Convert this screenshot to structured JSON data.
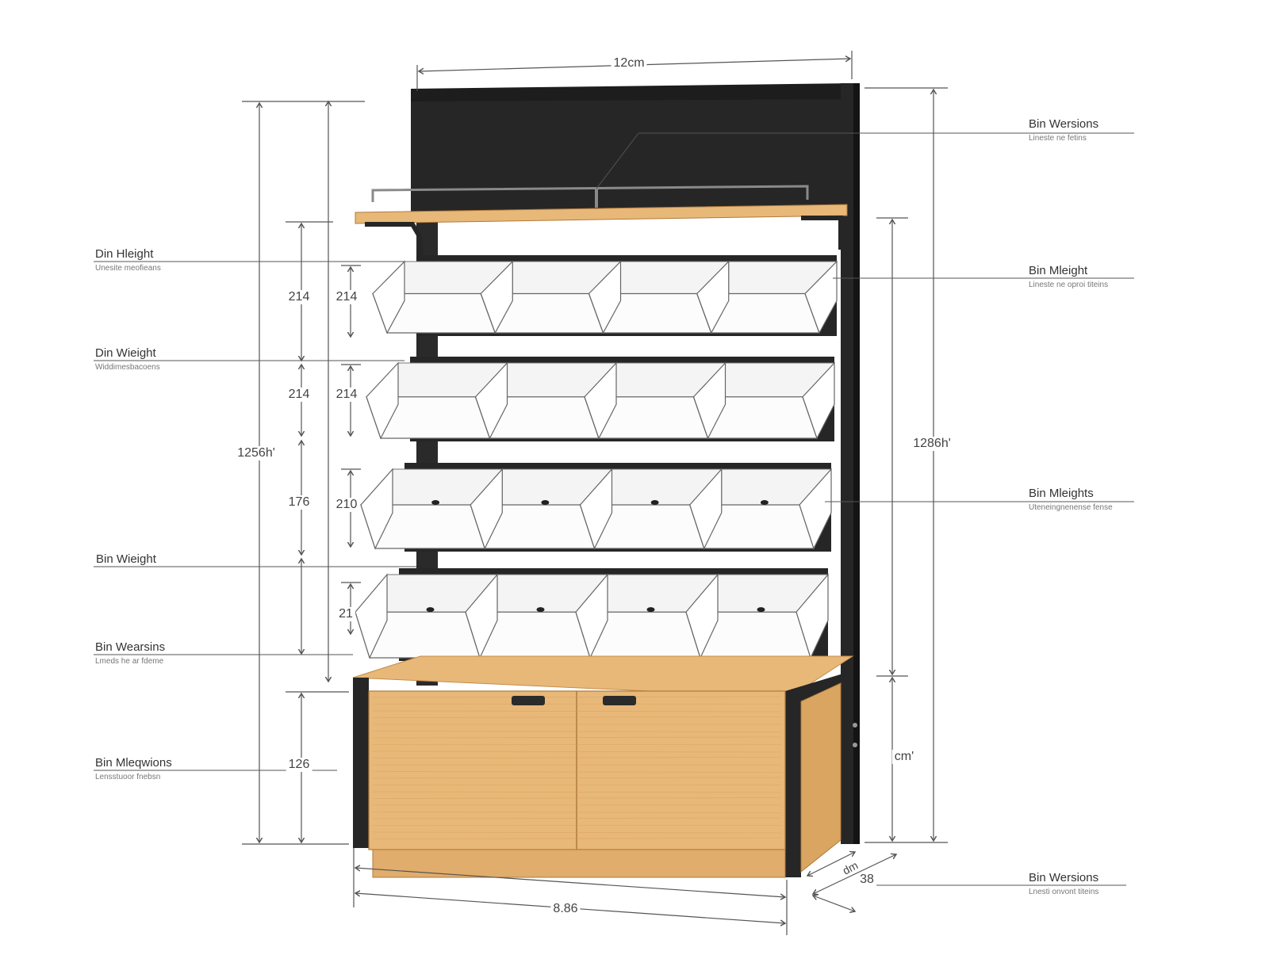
{
  "diagram": {
    "dimensions": {
      "top_width": "12cm",
      "left_total_height": "1256h'",
      "right_total_height": "1286h'",
      "right_cabinet_height": "cm'",
      "left_row1": "214",
      "left_row2": "214",
      "left_row3": "176",
      "left_cabinet": "126",
      "inner_row1": "214",
      "inner_row2": "214",
      "inner_row3": "210",
      "inner_row4": "21",
      "bottom_width": "8.86",
      "depth_a": "dm",
      "depth_b": "38"
    },
    "callouts_left": [
      {
        "title": "Din Hleight",
        "sub": "Unesite meofieans"
      },
      {
        "title": "Din Wieight",
        "sub": "Widdimesbacoens"
      },
      {
        "title": "Bin Wieight",
        "sub": ""
      },
      {
        "title": "Bin Wearsins",
        "sub": "Lmeds he ar fdeme"
      },
      {
        "title": "Bin Mleqwions",
        "sub": "Lensstuoor fnebsn"
      }
    ],
    "callouts_right": [
      {
        "title": "Bin Wersions",
        "sub": "Lineste ne fetins"
      },
      {
        "title": "Bin Mleight",
        "sub": "Lineste ne oproi titeins"
      },
      {
        "title": "Bin Mleights",
        "sub": "Uteneingnenense fense"
      },
      {
        "title": "Bin Wersions",
        "sub": "Lnesti onvont titeins"
      }
    ],
    "colors": {
      "frame": "#262626",
      "wood": "#e8b878",
      "wood_dark": "#d49a58",
      "bin_fill": "#fcfcfc",
      "line": "#555555"
    }
  }
}
